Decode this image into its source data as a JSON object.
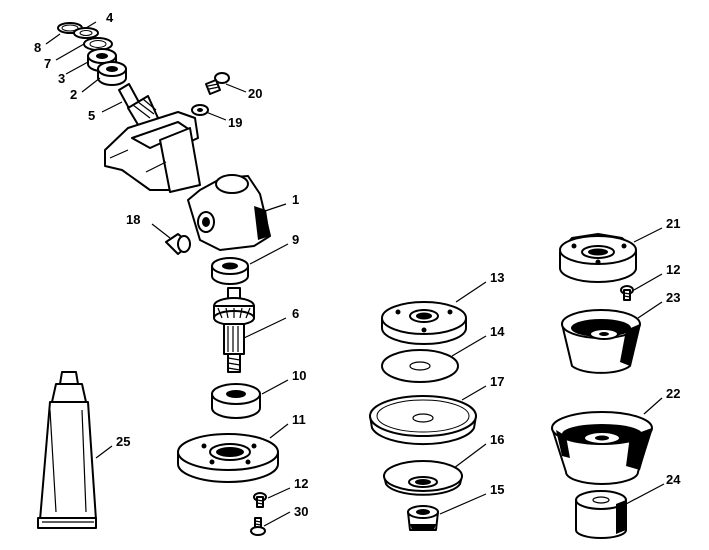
{
  "parts": [
    {
      "id": "part-1",
      "label": "1"
    },
    {
      "id": "part-2",
      "label": "2"
    },
    {
      "id": "part-3",
      "label": "3"
    },
    {
      "id": "part-4",
      "label": "4"
    },
    {
      "id": "part-5",
      "label": "5"
    },
    {
      "id": "part-6",
      "label": "6"
    },
    {
      "id": "part-7",
      "label": "7"
    },
    {
      "id": "part-8",
      "label": "8"
    },
    {
      "id": "part-9",
      "label": "9"
    },
    {
      "id": "part-10",
      "label": "10"
    },
    {
      "id": "part-11",
      "label": "11"
    },
    {
      "id": "part-12a",
      "label": "12"
    },
    {
      "id": "part-12b",
      "label": "12"
    },
    {
      "id": "part-13",
      "label": "13"
    },
    {
      "id": "part-14",
      "label": "14"
    },
    {
      "id": "part-15",
      "label": "15"
    },
    {
      "id": "part-16",
      "label": "16"
    },
    {
      "id": "part-17",
      "label": "17"
    },
    {
      "id": "part-18",
      "label": "18"
    },
    {
      "id": "part-19",
      "label": "19"
    },
    {
      "id": "part-20",
      "label": "20"
    },
    {
      "id": "part-21",
      "label": "21"
    },
    {
      "id": "part-22",
      "label": "22"
    },
    {
      "id": "part-23",
      "label": "23"
    },
    {
      "id": "part-24",
      "label": "24"
    },
    {
      "id": "part-25",
      "label": "25"
    },
    {
      "id": "part-30",
      "label": "30"
    }
  ]
}
